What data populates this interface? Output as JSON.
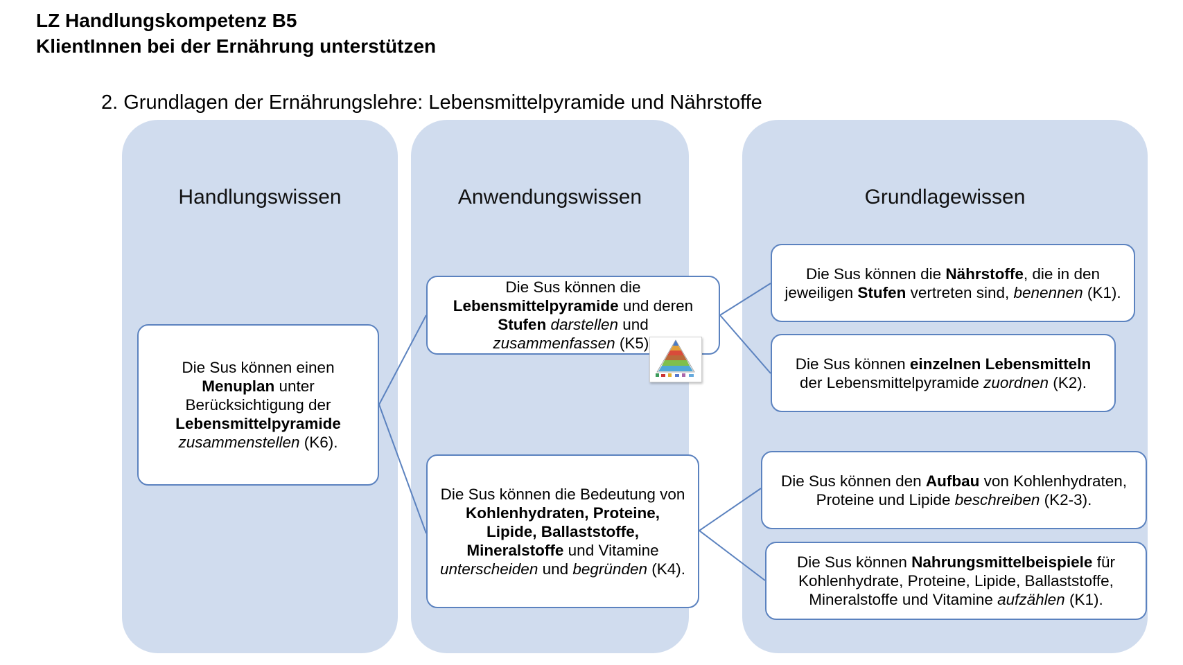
{
  "header": {
    "line1": "LZ Handlungskompetenz B5",
    "line2": "KlientInnen bei der Ernährung unterstützen"
  },
  "subtitle": "2. Grundlagen der Ernährungslehre: Lebensmittelpyramide und Nährstoffe",
  "columns": [
    {
      "title": "Handlungswissen"
    },
    {
      "title": "Anwendungswissen"
    },
    {
      "title": "Grundlagewissen"
    }
  ],
  "boxes": {
    "k6": [
      {
        "text": "Die Sus können einen "
      },
      {
        "text": "Menuplan",
        "style": "b"
      },
      {
        "text": " unter Berücksichtigung der "
      },
      {
        "text": "Lebensmittelpyramide",
        "style": "b"
      },
      {
        "text": " "
      },
      {
        "text": "zusammenstellen",
        "style": "i"
      },
      {
        "text": " (K6)."
      }
    ],
    "k5": [
      {
        "text": "Die Sus können die "
      },
      {
        "text": "Lebensmittelpyramide",
        "style": "b"
      },
      {
        "text": " und deren "
      },
      {
        "text": "Stufen",
        "style": "b"
      },
      {
        "text": " "
      },
      {
        "text": "darstellen",
        "style": "i"
      },
      {
        "text": " und "
      },
      {
        "text": "zusammenfassen",
        "style": "i"
      },
      {
        "text": " (K5)."
      }
    ],
    "k4": [
      {
        "text": "Die Sus können die Bedeutung von "
      },
      {
        "text": "Kohlenhydraten, Proteine, Lipide, Ballaststoffe, Mineralstoffe",
        "style": "b"
      },
      {
        "text": " und Vitamine "
      },
      {
        "text": "unterscheiden",
        "style": "i"
      },
      {
        "text": " und "
      },
      {
        "text": "begründen",
        "style": "i"
      },
      {
        "text": " (K4)."
      }
    ],
    "k1a": [
      {
        "text": "Die Sus können die "
      },
      {
        "text": "Nährstoffe",
        "style": "b"
      },
      {
        "text": ", die in den jeweiligen "
      },
      {
        "text": "Stufen",
        "style": "b"
      },
      {
        "text": " vertreten sind, "
      },
      {
        "text": "benennen",
        "style": "i"
      },
      {
        "text": " (K1)."
      }
    ],
    "k2": [
      {
        "text": "Die Sus können "
      },
      {
        "text": "einzelnen Lebensmitteln",
        "style": "b"
      },
      {
        "text": " der Lebensmittelpyramide "
      },
      {
        "text": "zuordnen",
        "style": "i"
      },
      {
        "text": " (K2)."
      }
    ],
    "k23": [
      {
        "text": "Die Sus können den "
      },
      {
        "text": "Aufbau",
        "style": "b"
      },
      {
        "text": " von Kohlenhydraten, Proteine und Lipide "
      },
      {
        "text": "beschreiben",
        "style": "i"
      },
      {
        "text": " (K2-3)."
      }
    ],
    "k1b": [
      {
        "text": "Die Sus können "
      },
      {
        "text": "Nahrungsmittelbeispiele",
        "style": "b"
      },
      {
        "text": " für Kohlenhydrate, Proteine, Lipide, Ballaststoffe, Mineralstoffe und Vitamine "
      },
      {
        "text": "aufzählen",
        "style": "i"
      },
      {
        "text": " (K1)."
      }
    ]
  },
  "colors": {
    "column_bg": "#d0dcee",
    "box_border": "#5b82bf",
    "connector": "#5b82bf"
  },
  "image": {
    "icon": "food-pyramid-icon"
  }
}
